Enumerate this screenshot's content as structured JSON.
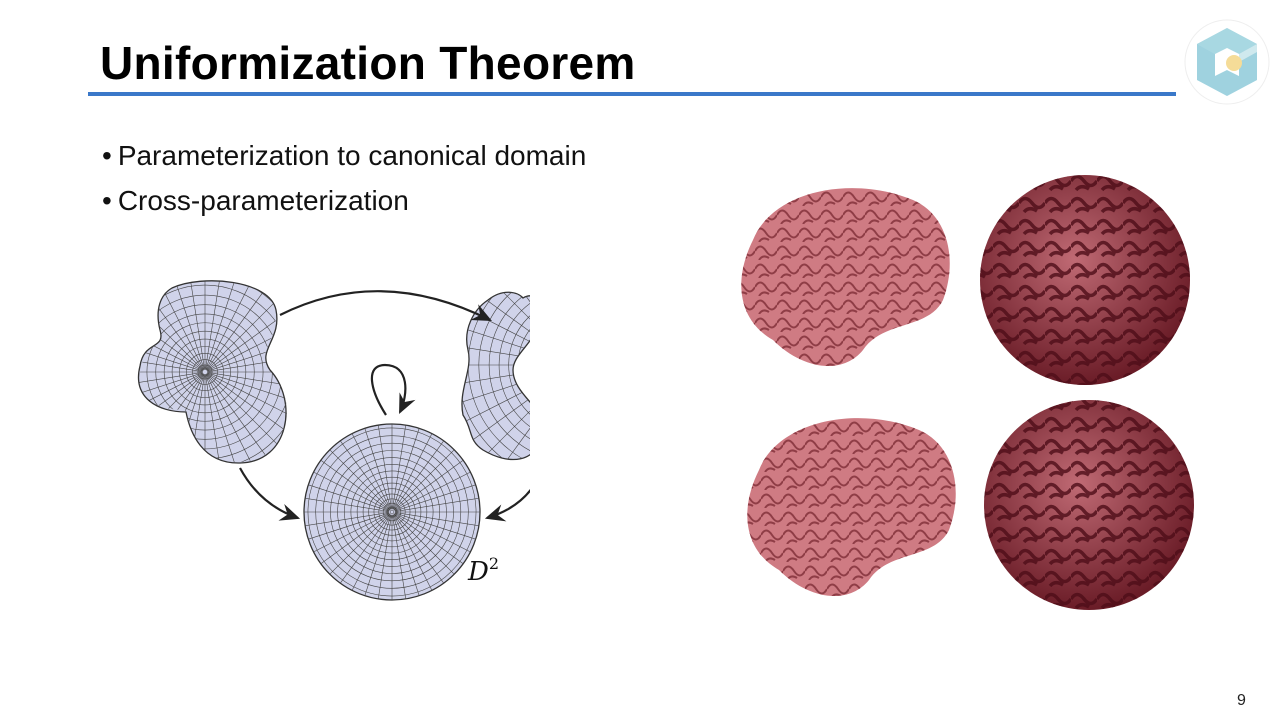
{
  "slide": {
    "title": "Uniformization Theorem",
    "bullets": [
      "Parameterization to canonical domain",
      "Cross-parameterization"
    ],
    "figure_label_base": "D",
    "figure_label_sup": "2",
    "page_number": "9"
  },
  "colors": {
    "accent": "#3a78c9",
    "domain_fill": "#d0d3ea",
    "brain": "#c9727a",
    "sphere": "#8e2f3a"
  }
}
